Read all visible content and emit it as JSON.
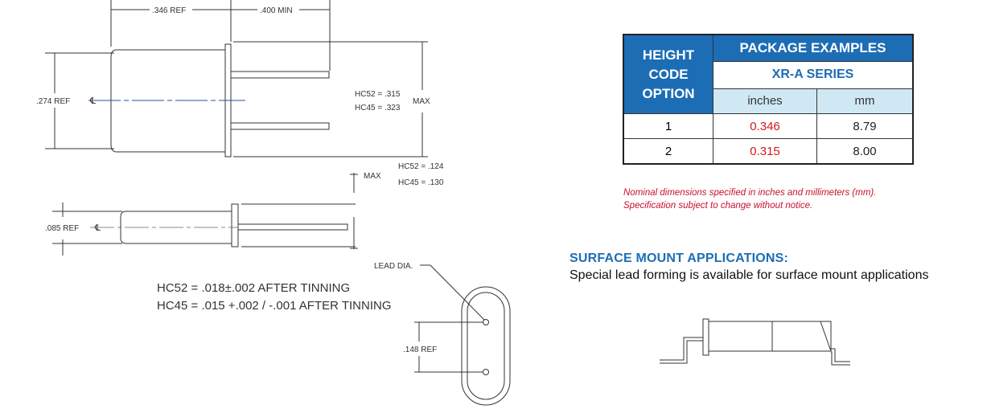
{
  "drawing": {
    "dim_346": ".346 REF",
    "dim_400": ".400 MIN",
    "dim_274": ".274 REF",
    "hc52_315": "HC52 = .315",
    "hc45_323": "HC45 = .323",
    "max_1": "MAX",
    "hc52_124": "HC52 = .124",
    "hc45_130": "HC45 = .130",
    "max_2": "MAX",
    "dim_085": ".085 REF",
    "lead_dia": "LEAD DIA.",
    "tin_hc52": "HC52 = .018±.002 AFTER TINNING",
    "tin_hc45": "HC45 = .015 +.002 / -.001 AFTER TINNING",
    "dim_148": ".148 REF"
  },
  "table": {
    "height_lines": [
      "HEIGHT",
      "CODE",
      "OPTION"
    ],
    "header": "PACKAGE EXAMPLES",
    "series": "XR-A SERIES",
    "col_inches": "inches",
    "col_mm": "mm",
    "rows": [
      {
        "option": "1",
        "inches": "0.346",
        "mm": "8.79"
      },
      {
        "option": "2",
        "inches": "0.315",
        "mm": "8.00"
      }
    ]
  },
  "notes": [
    "Nominal dimensions specified in inches and millimeters (mm).",
    "Specification subject to change without notice."
  ],
  "surface_mount": {
    "title": "SURFACE MOUNT APPLICATIONS:",
    "description": "Special lead forming is available for surface mount applications"
  },
  "colors": {
    "accent_blue": "#1d6db5",
    "value_red": "#d11a1a",
    "note_red": "#c8102e"
  }
}
